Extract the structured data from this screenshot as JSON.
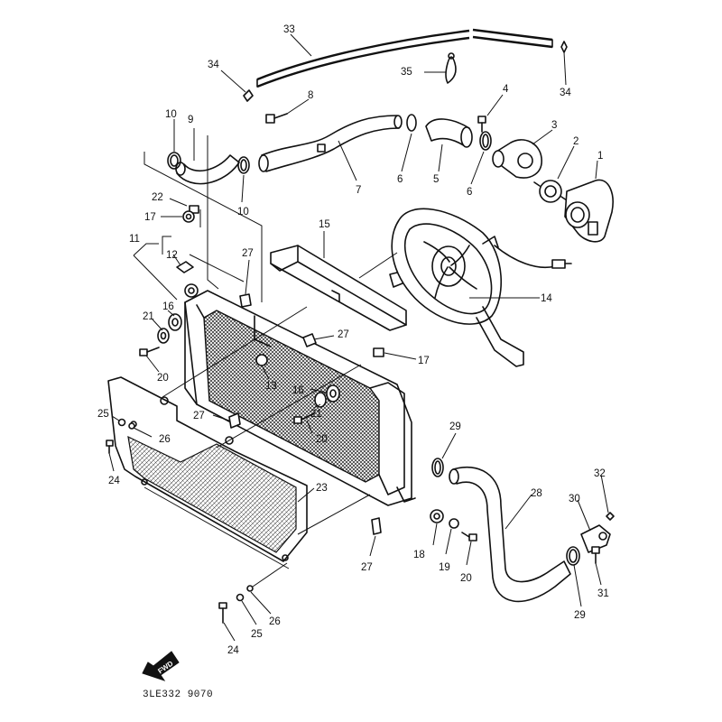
{
  "diagram": {
    "code": "3LE332 9070",
    "fwd_label": "FWD",
    "callouts": [
      {
        "id": "c33a",
        "text": "33"
      },
      {
        "id": "c34a",
        "text": "34"
      },
      {
        "id": "c35",
        "text": "35"
      },
      {
        "id": "c4",
        "text": "4"
      },
      {
        "id": "c34b",
        "text": "34"
      },
      {
        "id": "c8",
        "text": "8"
      },
      {
        "id": "c10a",
        "text": "10"
      },
      {
        "id": "c9",
        "text": "9"
      },
      {
        "id": "c3",
        "text": "3"
      },
      {
        "id": "c2",
        "text": "2"
      },
      {
        "id": "c1",
        "text": "1"
      },
      {
        "id": "c6a",
        "text": "6"
      },
      {
        "id": "c5",
        "text": "5"
      },
      {
        "id": "c6b",
        "text": "6"
      },
      {
        "id": "c7",
        "text": "7"
      },
      {
        "id": "c10b",
        "text": "10"
      },
      {
        "id": "c22",
        "text": "22"
      },
      {
        "id": "c17a",
        "text": "17"
      },
      {
        "id": "c15",
        "text": "15"
      },
      {
        "id": "c11",
        "text": "11"
      },
      {
        "id": "c27a",
        "text": "27"
      },
      {
        "id": "c12",
        "text": "12"
      },
      {
        "id": "c14",
        "text": "14"
      },
      {
        "id": "c16a",
        "text": "16"
      },
      {
        "id": "c21a",
        "text": "21"
      },
      {
        "id": "c27b",
        "text": "27"
      },
      {
        "id": "c20a",
        "text": "20"
      },
      {
        "id": "c17b",
        "text": "17"
      },
      {
        "id": "c13",
        "text": "13"
      },
      {
        "id": "c16b",
        "text": "16"
      },
      {
        "id": "c21b",
        "text": "21"
      },
      {
        "id": "c25a",
        "text": "25"
      },
      {
        "id": "c27c",
        "text": "27"
      },
      {
        "id": "c26a",
        "text": "26"
      },
      {
        "id": "c20b",
        "text": "20"
      },
      {
        "id": "c29a",
        "text": "29"
      },
      {
        "id": "c24a",
        "text": "24"
      },
      {
        "id": "c23",
        "text": "23"
      },
      {
        "id": "c28",
        "text": "28"
      },
      {
        "id": "c32",
        "text": "32"
      },
      {
        "id": "c30",
        "text": "30"
      },
      {
        "id": "c18",
        "text": "18"
      },
      {
        "id": "c19",
        "text": "19"
      },
      {
        "id": "c20c",
        "text": "20"
      },
      {
        "id": "c27d",
        "text": "27"
      },
      {
        "id": "c31",
        "text": "31"
      },
      {
        "id": "c29b",
        "text": "29"
      },
      {
        "id": "c26b",
        "text": "26"
      },
      {
        "id": "c25b",
        "text": "25"
      },
      {
        "id": "c24b",
        "text": "24"
      }
    ]
  }
}
